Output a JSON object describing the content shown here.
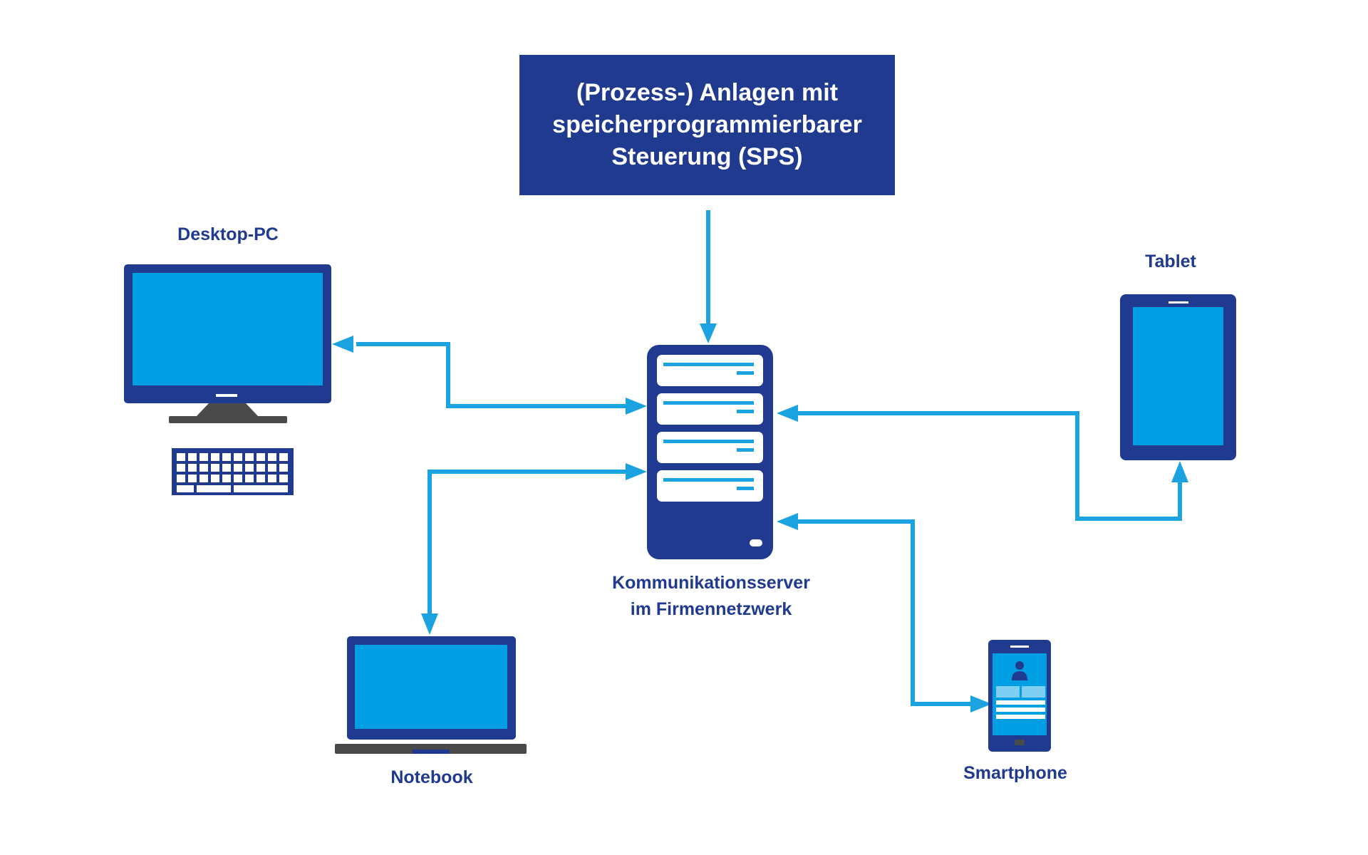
{
  "colors": {
    "dark_blue": "#1f3a8f",
    "screen_blue": "#009fe3",
    "arrow_blue": "#1aa3e0",
    "light_blue": "#7fcff2",
    "gray": "#4a4a4a",
    "white": "#ffffff"
  },
  "plc": {
    "lines": [
      "(Prozess-) Anlagen mit",
      "speicherprogrammierbarer",
      "Steuerung (SPS)"
    ]
  },
  "nodes": {
    "desktop": {
      "label": "Desktop-PC",
      "icon": "desktop-monitor-icon"
    },
    "server": {
      "label_lines": [
        "Kommunikationsserver",
        "im Firmennetzwerk"
      ],
      "icon": "server-tower-icon"
    },
    "tablet": {
      "label": "Tablet",
      "icon": "tablet-icon"
    },
    "notebook": {
      "label": "Notebook",
      "icon": "laptop-icon"
    },
    "smartphone": {
      "label": "Smartphone",
      "icon": "smartphone-icon"
    }
  },
  "connections": [
    {
      "from": "plc",
      "to": "server",
      "direction": "one-way"
    },
    {
      "from": "server",
      "to": "desktop",
      "direction": "two-way"
    },
    {
      "from": "server",
      "to": "notebook",
      "direction": "two-way"
    },
    {
      "from": "server",
      "to": "tablet",
      "direction": "two-way"
    },
    {
      "from": "server",
      "to": "smartphone",
      "direction": "two-way"
    }
  ]
}
